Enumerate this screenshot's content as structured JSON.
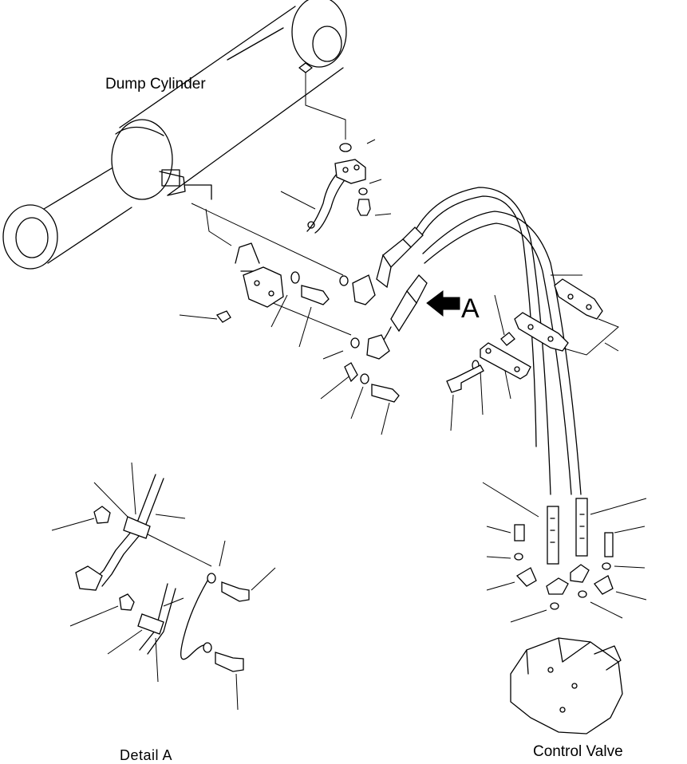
{
  "labels": {
    "dump_cylinder": "Dump Cylinder",
    "view_arrow": "A",
    "detail": "Detail  A",
    "control_valve": "Control Valve"
  },
  "colors": {
    "ink": "#000000",
    "paper": "#ffffff"
  }
}
